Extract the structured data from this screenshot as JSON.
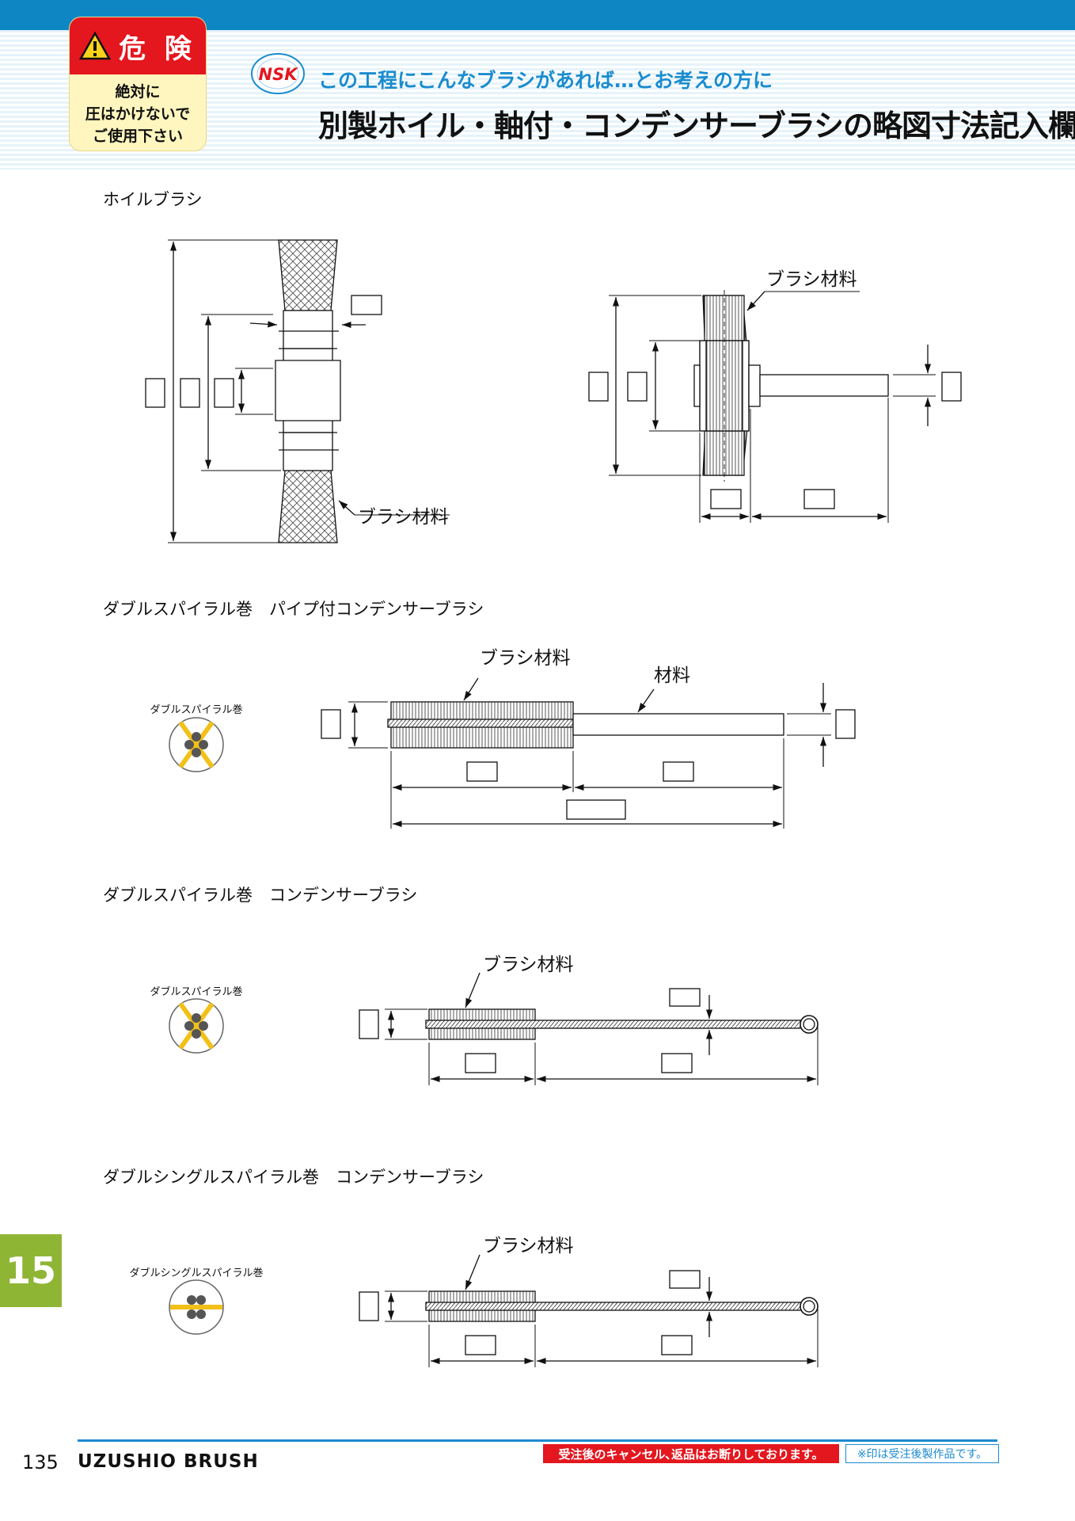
{
  "header": {
    "danger_title": "危 険",
    "danger_lines": [
      "絶対に",
      "圧はかけないで",
      "ご使用下さい"
    ],
    "logo": "NSK",
    "subtitle": "この工程にこんなブラシがあれば…とお考えの方に",
    "title": "別製ホイル・軸付・コンデンサーブラシの略図寸法記入欄"
  },
  "sections": {
    "wheel": "ホイルブラシ",
    "pipe": "ダブルスパイラル巻　パイプ付コンデンサーブラシ",
    "condenser": "ダブルスパイラル巻　コンデンサーブラシ",
    "single": "ダブルシングルスパイラル巻　コンデンサーブラシ"
  },
  "labels": {
    "brush_material": "ブラシ材料",
    "material": "材料",
    "double_spiral": "ダブルスパイラル巻",
    "double_single_spiral": "ダブルシングルスパイラル巻"
  },
  "chapter_tab": "15",
  "footer": {
    "page": "135",
    "company": "UZUSHIO  BRUSH",
    "notice": "受注後のキャンセル､返品はお断りしております。",
    "note": "※印は受注後製作品です。"
  },
  "colors": {
    "topbar": "#0e86c4",
    "danger_red": "#e4161e",
    "title_blue": "#1a8ccf",
    "tab_green": "#8fb535",
    "wire_yellow": "#f2c018"
  }
}
